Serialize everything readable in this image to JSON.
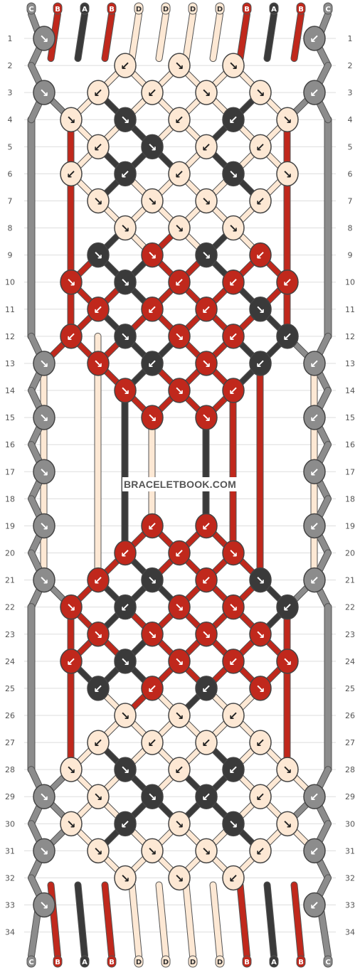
{
  "watermark": "BRACELETBOOK.COM",
  "colors": {
    "C": "#8c8c8c",
    "B": "#c0281c",
    "A": "#3a3a3a",
    "D": "#fde8d4"
  },
  "strands_top": [
    "C",
    "B",
    "A",
    "B",
    "D",
    "D",
    "D",
    "D",
    "B",
    "A",
    "B",
    "C"
  ],
  "strands_bottom": [
    "C",
    "B",
    "A",
    "B",
    "D",
    "D",
    "D",
    "D",
    "B",
    "A",
    "B",
    "C"
  ],
  "rows": [
    "1",
    "2",
    "3",
    "4",
    "5",
    "6",
    "7",
    "8",
    "9",
    "10",
    "11",
    "12",
    "13",
    "14",
    "15",
    "16",
    "17",
    "18",
    "19",
    "20",
    "21",
    "22",
    "23",
    "24",
    "25",
    "26",
    "27",
    "28",
    "29",
    "30",
    "31",
    "32",
    "33",
    "34"
  ],
  "knot_icons": {
    "arrow-right": "↘",
    "arrow-left": "↙"
  }
}
